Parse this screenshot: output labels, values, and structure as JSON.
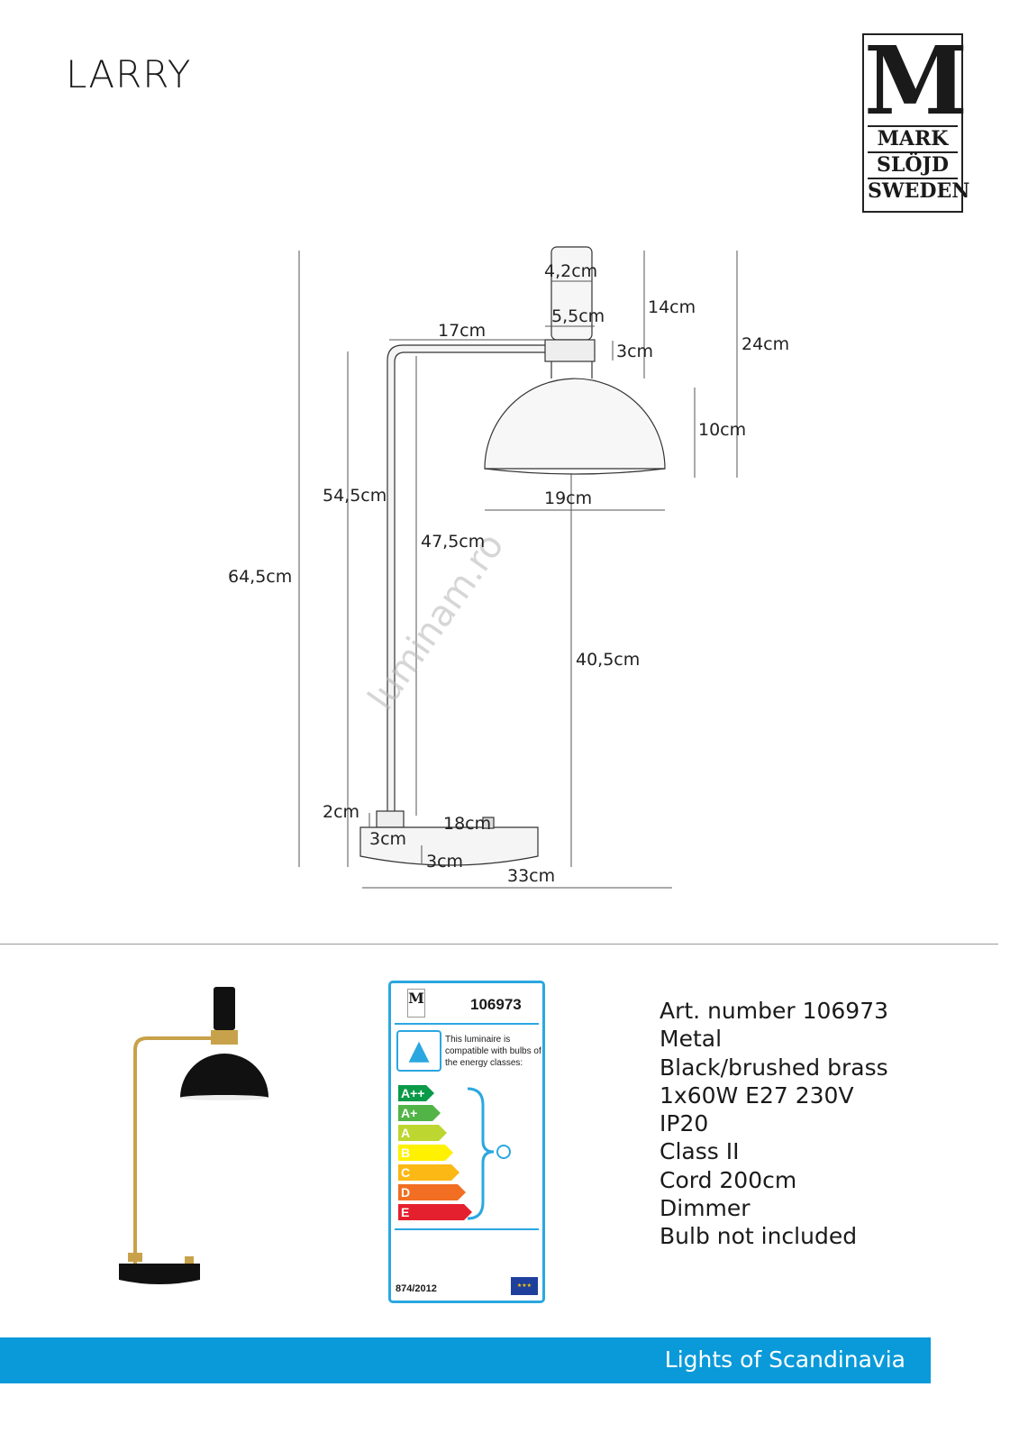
{
  "title": "LARRY",
  "logo": {
    "letter": "M",
    "line1": "MARK",
    "line2": "SLÖJD",
    "line3": "SWEDEN"
  },
  "watermark": "luminam.ro",
  "dimensions": {
    "d42": "4,2cm",
    "d55": "5,5cm",
    "d14": "14cm",
    "d24": "24cm",
    "d17": "17cm",
    "d3top": "3cm",
    "d10": "10cm",
    "d19": "19cm",
    "d545": "54,5cm",
    "d475": "47,5cm",
    "d645": "64,5cm",
    "d405": "40,5cm",
    "d2": "2cm",
    "d18": "18cm",
    "d3a": "3cm",
    "d3b": "3cm",
    "d33": "33cm"
  },
  "energy_label": {
    "article": "106973",
    "text": "This luminaire is compatible with bulbs of the energy classes:",
    "classes": [
      "A++",
      "A+",
      "A",
      "B",
      "C",
      "D",
      "E"
    ],
    "colors": [
      "#0a9a48",
      "#52b447",
      "#bdd630",
      "#fff100",
      "#fcb814",
      "#f16e22",
      "#e5202e"
    ],
    "regulation": "874/2012"
  },
  "specs": [
    "Art. number 106973",
    "Metal",
    "Black/brushed brass",
    "1x60W E27 230V",
    "IP20",
    "Class II",
    "Cord 200cm",
    "Dimmer",
    "Bulb not included"
  ],
  "footer": "Lights of Scandinavia"
}
